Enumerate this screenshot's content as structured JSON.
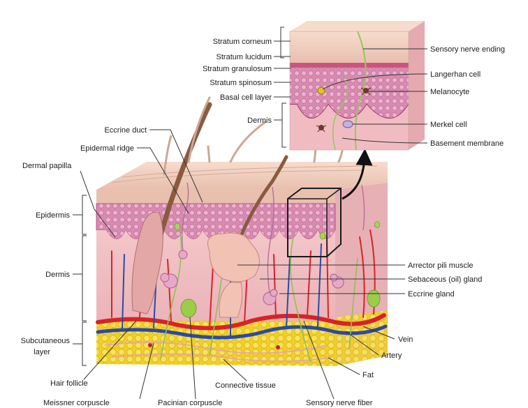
{
  "diagram": {
    "inset_labels_left": {
      "stratum_corneum": "Stratum corneum",
      "stratum_lucidum": "Stratum lucidum",
      "stratum_granulosum": "Stratum granulosum",
      "stratum_spinosum": "Stratum spinosum",
      "basal_cell_layer": "Basal cell layer",
      "dermis": "Dermis"
    },
    "inset_labels_right": {
      "sensory_nerve_ending": "Sensory nerve ending",
      "langerhan_cell": "Langerhan cell",
      "melanocyte": "Melanocyte",
      "merkel_cell": "Merkel cell",
      "basement_membrane": "Basement membrane"
    },
    "main_labels_left": {
      "eccrine_duct": "Eccrine duct",
      "epidermal_ridge": "Epidermal ridge",
      "dermal_papilla": "Dermal papilla",
      "epidermis": "Epidermis",
      "dermis": "Dermis",
      "subcutaneous_1": "Subcutaneous",
      "subcutaneous_2": "layer"
    },
    "main_labels_right": {
      "arrector_pili": "Arrector pili muscle",
      "sebaceous_gland": "Sebaceous (oil) gland",
      "eccrine_gland": "Eccrine gland",
      "vein": "Vein",
      "artery": "Artery",
      "fat": "Fat"
    },
    "main_labels_bottom": {
      "hair_follicle": "Hair follicle",
      "connective_tissue": "Connective tissue",
      "meissner": "Meissner corpuscle",
      "pacinian": "Pacinian corpuscle",
      "sensory_nerve_fiber": "Sensory nerve fiber"
    },
    "colors": {
      "epidermis_top": "#efcfc0",
      "epidermis_layer": "#c45a8c",
      "dermis": "#f0bcc2",
      "fat": "#f4dc3a",
      "artery": "#d8222a",
      "vein": "#2a4aa8",
      "nerve": "#8fc05a",
      "hair": "#8a5a40"
    }
  }
}
